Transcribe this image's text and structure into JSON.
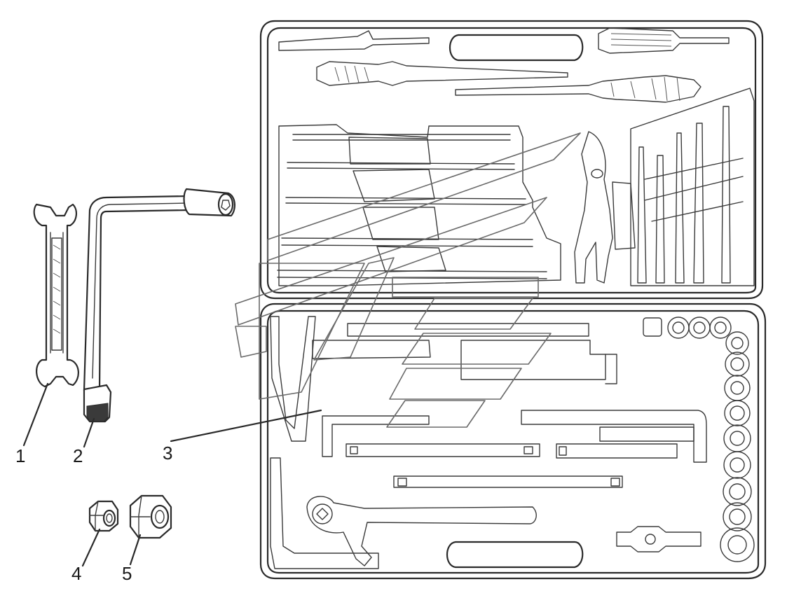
{
  "labels": {
    "item1": "1",
    "item2": "2",
    "item3": "3",
    "item4": "4",
    "item5": "5"
  },
  "colors": {
    "ink": "#2a2a2a",
    "background": "#ffffff"
  }
}
